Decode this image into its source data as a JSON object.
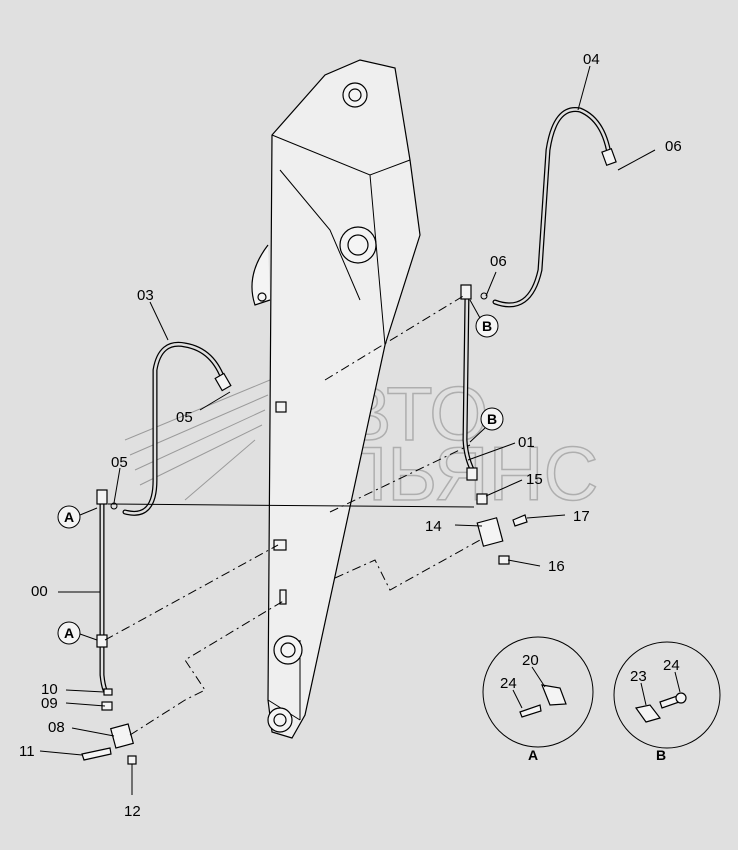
{
  "watermark": {
    "line1": "АВТО",
    "line2": "АЛЬЯНС"
  },
  "labels": {
    "p04": "04",
    "p06a": "06",
    "p06b": "06",
    "p03": "03",
    "p05a": "05",
    "p05b": "05",
    "p00": "00",
    "p01": "01",
    "p15": "15",
    "p14": "14",
    "p17": "17",
    "p16": "16",
    "p10": "10",
    "p09": "09",
    "p08": "08",
    "p11": "11",
    "p12": "12",
    "p20": "20",
    "p24a": "24",
    "p23": "23",
    "p24b": "24"
  },
  "callouts": {
    "a1": "A",
    "a2": "A",
    "b1": "B",
    "b2": "B"
  },
  "details": {
    "a": "A",
    "b": "B"
  }
}
